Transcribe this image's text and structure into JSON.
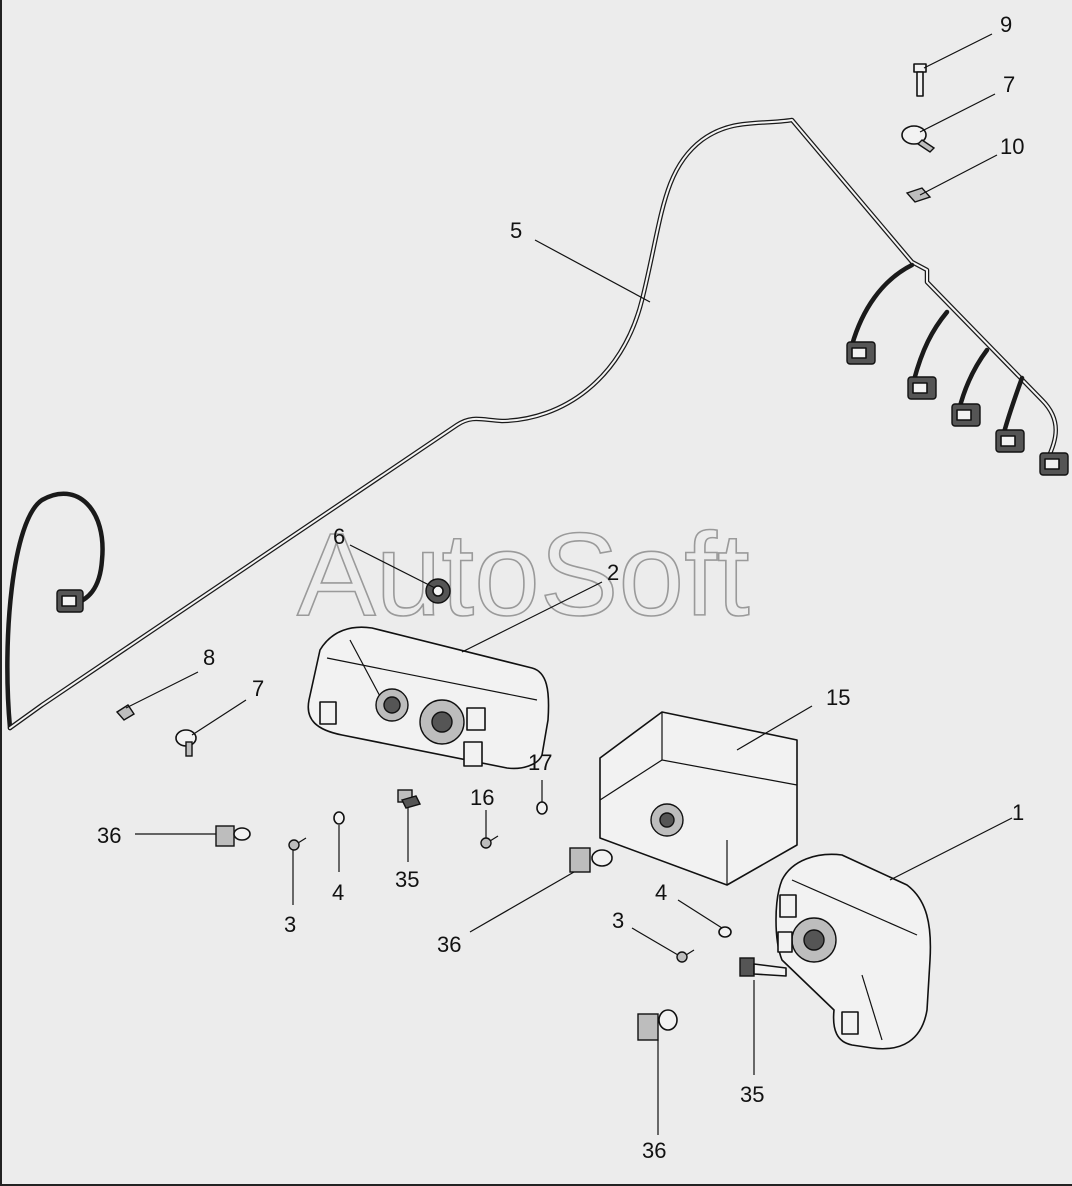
{
  "watermark": "AutoSoft",
  "callouts": [
    {
      "id": "c9",
      "label": "9"
    },
    {
      "id": "c7a",
      "label": "7"
    },
    {
      "id": "c10",
      "label": "10"
    },
    {
      "id": "c5",
      "label": "5"
    },
    {
      "id": "c6",
      "label": "6"
    },
    {
      "id": "c2",
      "label": "2"
    },
    {
      "id": "c8",
      "label": "8"
    },
    {
      "id": "c7b",
      "label": "7"
    },
    {
      "id": "c15",
      "label": "15"
    },
    {
      "id": "c17",
      "label": "17"
    },
    {
      "id": "c16",
      "label": "16"
    },
    {
      "id": "c36a",
      "label": "36"
    },
    {
      "id": "c4a",
      "label": "4"
    },
    {
      "id": "c35a",
      "label": "35"
    },
    {
      "id": "c3a",
      "label": "3"
    },
    {
      "id": "c1",
      "label": "1"
    },
    {
      "id": "c4b",
      "label": "4"
    },
    {
      "id": "c3b",
      "label": "3"
    },
    {
      "id": "c36b",
      "label": "36"
    },
    {
      "id": "c35b",
      "label": "35"
    },
    {
      "id": "c36c",
      "label": "36"
    }
  ]
}
